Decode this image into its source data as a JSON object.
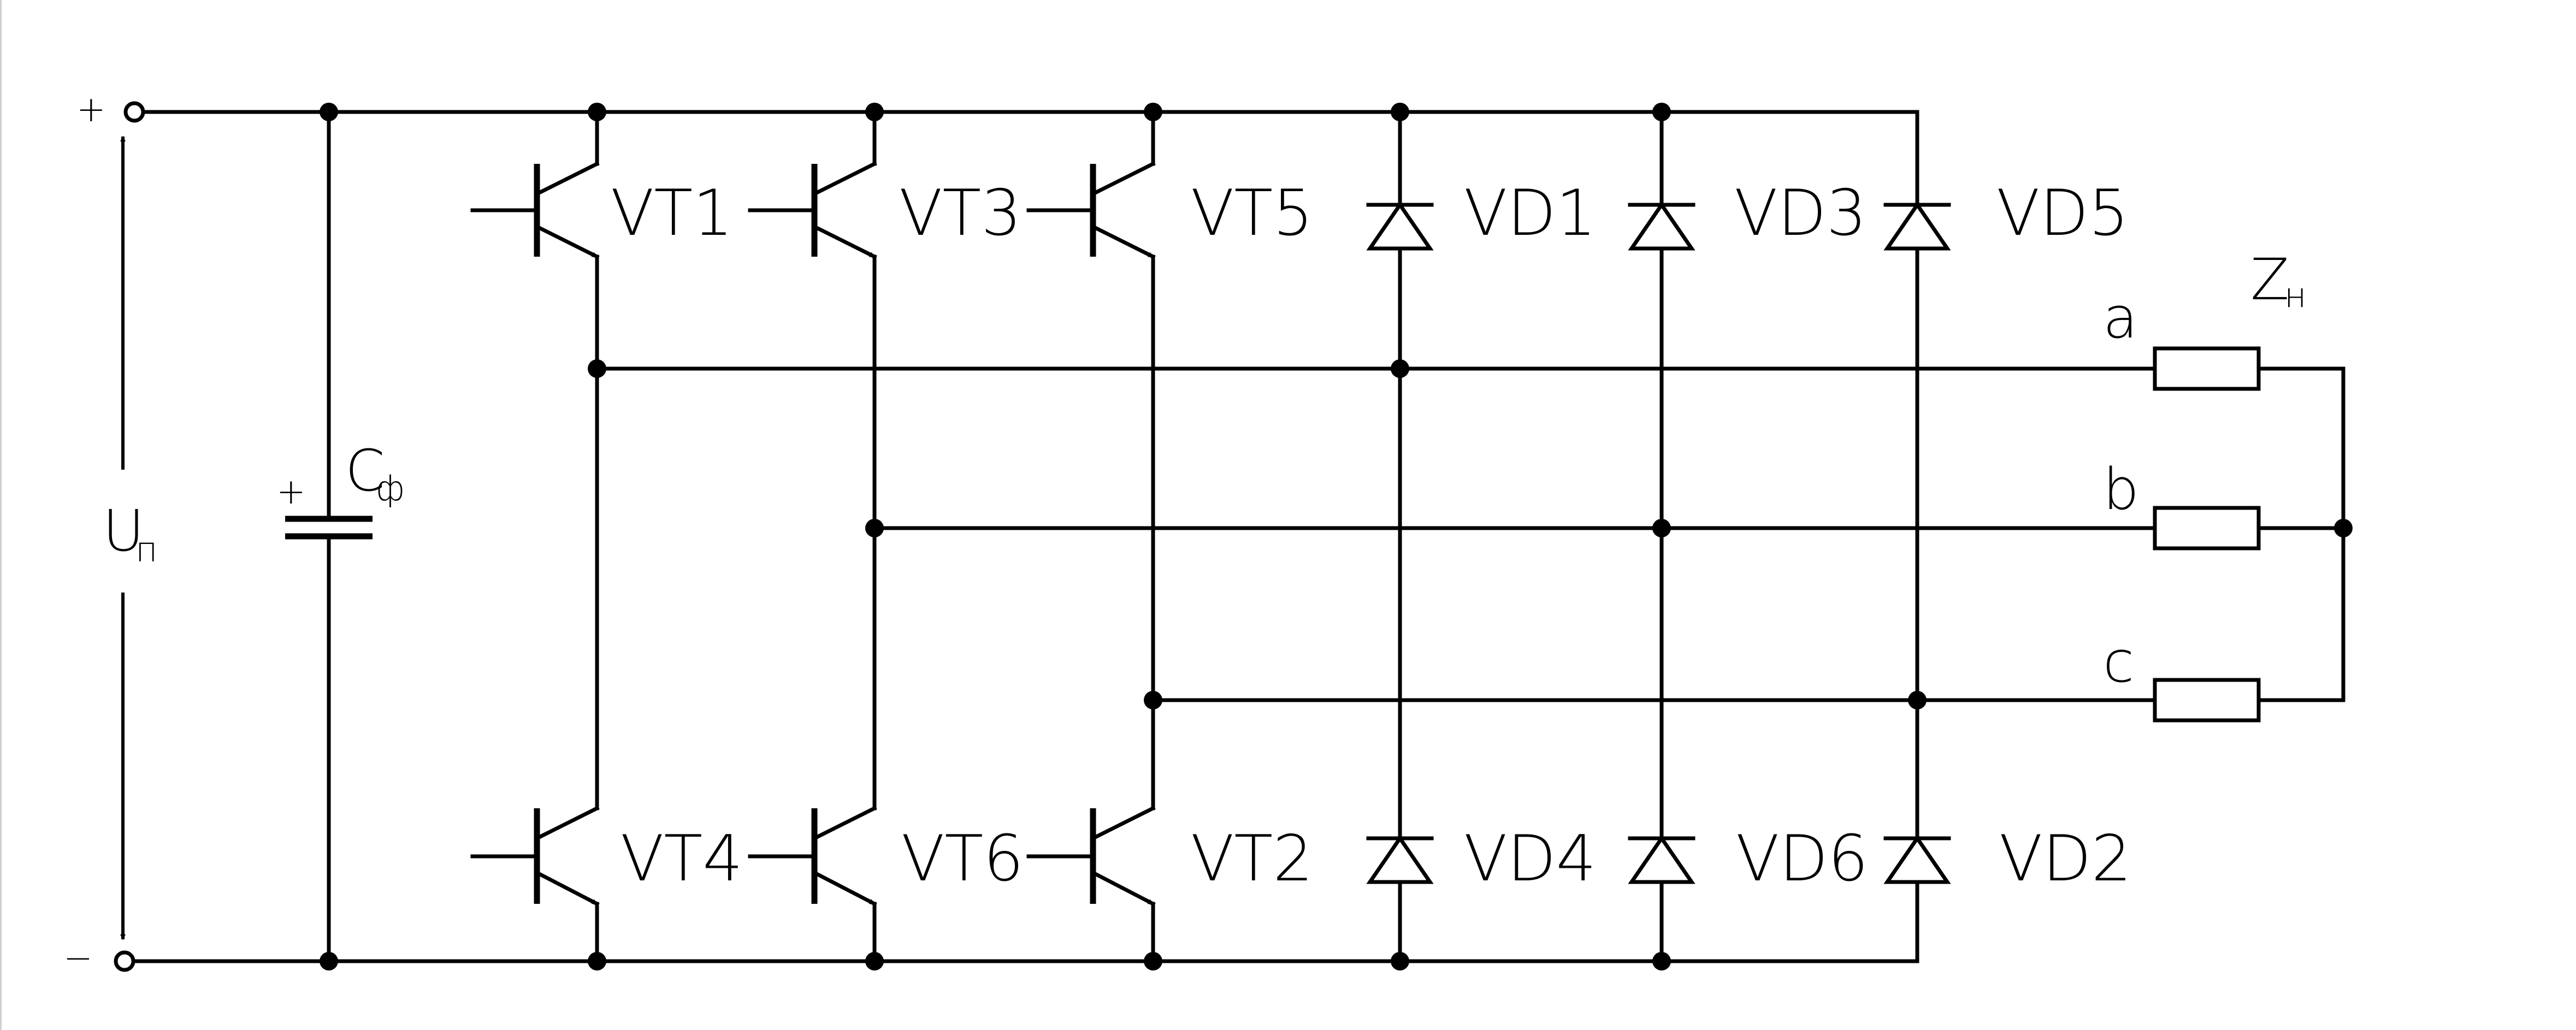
{
  "supply": {
    "plus": "+",
    "minus": "−",
    "voltage_main": "U",
    "voltage_sub": "п"
  },
  "capacitor": {
    "plus": "+",
    "name_main": "C",
    "name_sub": "ф"
  },
  "transistors": {
    "vt1": "VT1",
    "vt3": "VT3",
    "vt5": "VT5",
    "vt4": "VT4",
    "vt6": "VT6",
    "vt2": "VT2"
  },
  "diodes": {
    "vd1": "VD1",
    "vd3": "VD3",
    "vd5": "VD5",
    "vd4": "VD4",
    "vd6": "VD6",
    "vd2": "VD2"
  },
  "phases": {
    "a": "a",
    "b": "b",
    "c": "c"
  },
  "load": {
    "name_main": "Z",
    "name_sub": "н"
  }
}
